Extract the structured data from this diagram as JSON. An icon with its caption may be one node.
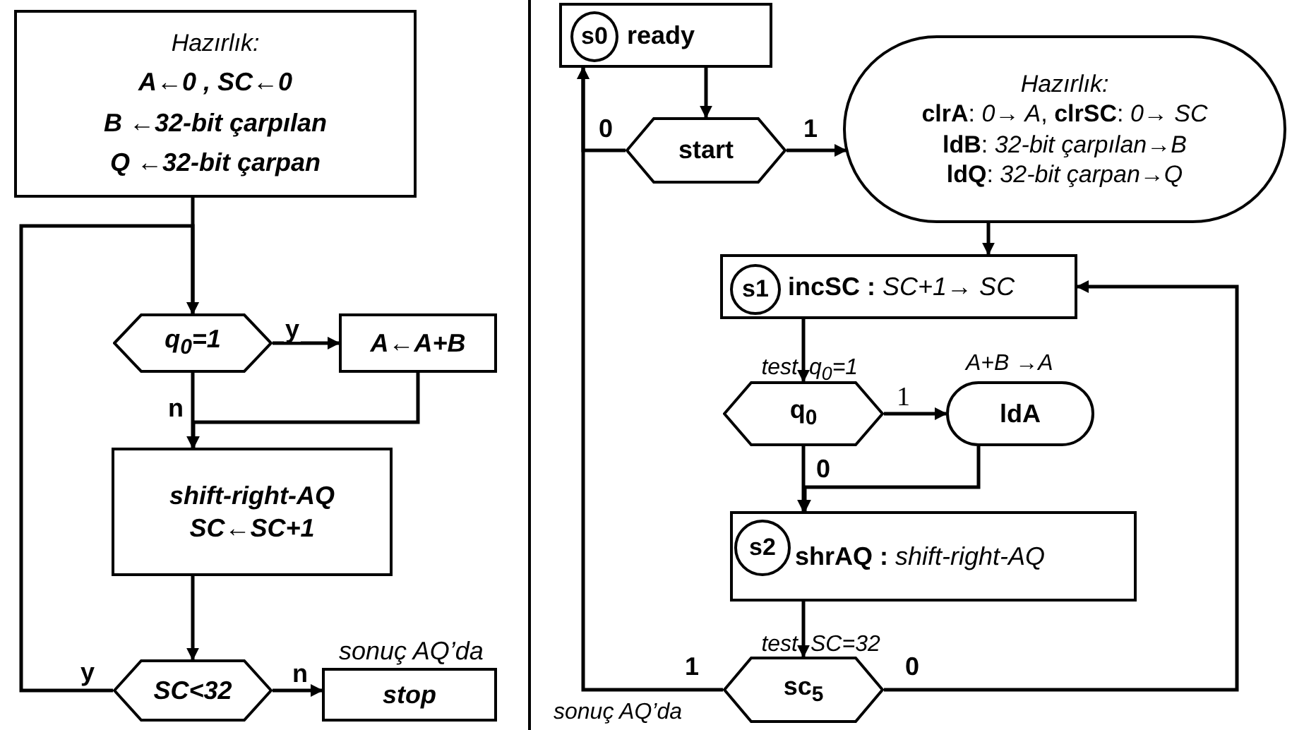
{
  "diagram": {
    "nodes": [
      {
        "text": [
          "Hazırlık:",
          "A←0 , SC←0",
          "B ←32-bit çarpılan",
          "Q ←32-bit çarpan"
        ]
      },
      {
        "text": [
          "q$_{0}$=1"
        ]
      },
      {
        "text": [
          "A←A+B"
        ]
      },
      {
        "text": [
          "shift-right-AQ",
          "SC←SC+1"
        ]
      },
      {
        "text": [
          "SC<32"
        ]
      },
      {
        "text": [
          "stop"
        ],
        "beside": [
          "sonuç AQ’da"
        ]
      },
      {
        "text": [
          "ready"
        ]
      },
      {
        "text": [
          "s0"
        ],
        "in": 6
      },
      {
        "text": [
          "start"
        ]
      },
      {
        "text": [
          "Hazırlık:",
          "**clrA**:  *0→ A*, **clrSC**: *0→ SC*",
          "**ldB**:  *32-bit çarpılan→B*",
          "**ldQ**:  *32-bit çarpan→Q*"
        ]
      },
      {
        "text": [
          "**incSC :**  *SC+1→ SC*"
        ]
      },
      {
        "text": [
          "s1"
        ],
        "in": 10
      },
      {
        "text": [
          "q$_{0}$"
        ]
      },
      {
        "text": [
          "ldA"
        ],
        "beside": [
          "A+B →A"
        ]
      },
      {
        "text": [
          "**shrAQ :** *shift-right-AQ*"
        ]
      },
      {
        "text": [
          "s2"
        ],
        "in": 14
      },
      {
        "text": [
          "sc$_{5}$"
        ]
      }
    ],
    "edges": [
      {
        "from": 0,
        "to": 1,
        "arrow": "to"
      },
      {
        "from": 1,
        "to": 2,
        "arrow": "to",
        "label": "y"
      },
      {
        "from": 1,
        "to": 3,
        "arrow": "to",
        "label": "n"
      },
      {
        "from": 2,
        "to": 3,
        "arrow": "to"
      },
      {
        "from": 3,
        "to": 4,
        "arrow": "to"
      },
      {
        "from": 4,
        "to": 5,
        "arrow": "to",
        "label": "n"
      },
      {
        "from": 4,
        "to": 1,
        "arrow": "to",
        "label": "y"
      },
      {
        "from": 6,
        "to": 8,
        "arrow": "to"
      },
      {
        "from": 8,
        "to": 9,
        "arrow": "to",
        "label": "1"
      },
      {
        "from": 8,
        "to": 6,
        "arrow": "to",
        "label": "0"
      },
      {
        "from": 9,
        "to": 10,
        "arrow": "to"
      },
      {
        "from": 10,
        "to": 12,
        "arrow": "to"
      },
      {
        "from": 12,
        "to": 13,
        "arrow": "to",
        "label": "1"
      },
      {
        "from": 12,
        "to": 14,
        "arrow": "to",
        "label": "0"
      },
      {
        "from": 13,
        "to": 14,
        "arrow": "to"
      },
      {
        "from": 14,
        "to": 16,
        "arrow": "to"
      },
      {
        "from": 16,
        "to": 10,
        "arrow": "to",
        "label": "0"
      },
      {
        "from": 16,
        "to": 6,
        "arrow": "to",
        "label": "1"
      }
    ],
    "labels": [
      "test",
      "q$_{0}$=1",
      "test",
      "SC=32",
      "sonuç AQ’da"
    ]
  }
}
